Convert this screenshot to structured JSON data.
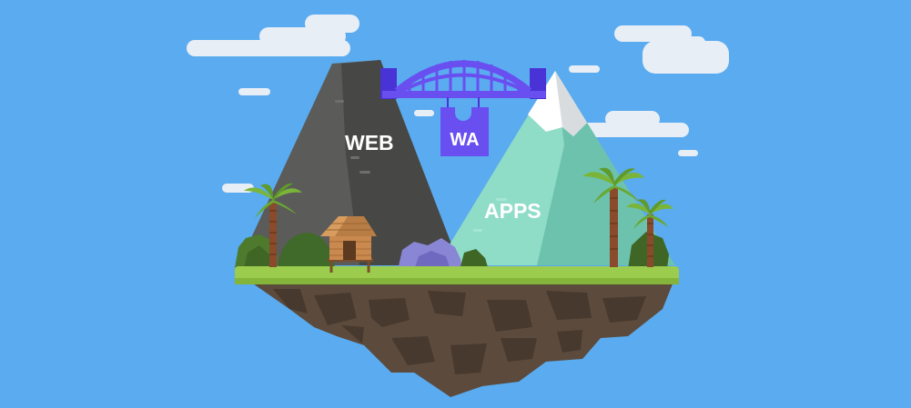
{
  "labels": {
    "web": "WEB",
    "wa": "WA",
    "apps": "APPS"
  },
  "colors": {
    "sky": "#5aabef",
    "cloud": "#e8eef6",
    "dark_mountain": "#5b5b59",
    "dark_mountain_shadow": "#474745",
    "light_mountain": "#8fdcc7",
    "light_mountain_shadow": "#6cc2ad",
    "snow": "#ffffff",
    "bridge": "#6a4ff0",
    "sign": "#6a4ff0",
    "grass": "#9ccc4d",
    "earth": "#5c4a3c",
    "earth_dark": "#47392e",
    "bush_dark": "#4e7a2e",
    "bush_purple": "#8a86d6",
    "hut": "#c9894f",
    "palm_trunk": "#8a4a2b",
    "palm_leaf": "#7ab53a"
  },
  "icons": [
    "cloud-icon",
    "bridge-icon",
    "palm-tree-icon",
    "hut-icon",
    "bush-icon"
  ]
}
